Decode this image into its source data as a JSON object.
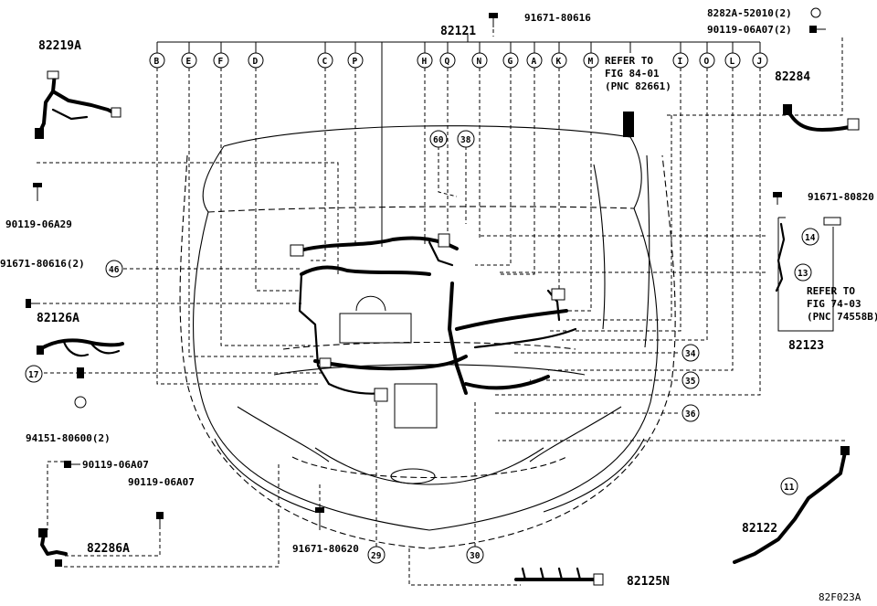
{
  "diagram_code": "82F023A",
  "letter_tags": [
    "B",
    "E",
    "F",
    "D",
    "C",
    "P",
    "H",
    "Q",
    "N",
    "G",
    "A",
    "K",
    "M",
    "I",
    "O",
    "L",
    "J"
  ],
  "number_tags": [
    "46",
    "17",
    "60",
    "38",
    "14",
    "13",
    "34",
    "35",
    "36",
    "11",
    "29",
    "30"
  ],
  "parts": {
    "p82121": "82121",
    "p82219A": "82219A",
    "p82284": "82284",
    "p82126A": "82126A",
    "p82123": "82123",
    "p82122": "82122",
    "p82286A": "82286A",
    "p82125N": "82125N",
    "p91671_80616": "91671-80616",
    "p8282A_52010": "8282A-52010(2)",
    "p90119_06A07_2": "90119-06A07(2)",
    "p90119_06A29": "90119-06A29",
    "p91671_80616_2": "91671-80616(2)",
    "p94151_80600": "94151-80600(2)",
    "p90119_06A07_a": "90119-06A07",
    "p90119_06A07_b": "90119-06A07",
    "p91671_80620": "91671-80620",
    "p91671_80820": "91671-80820"
  },
  "refer_84": [
    "REFER TO",
    "FIG 84-01",
    "(PNC 82661)"
  ],
  "refer_74": [
    "REFER TO",
    "FIG 74-03",
    "(PNC 74558B)"
  ]
}
